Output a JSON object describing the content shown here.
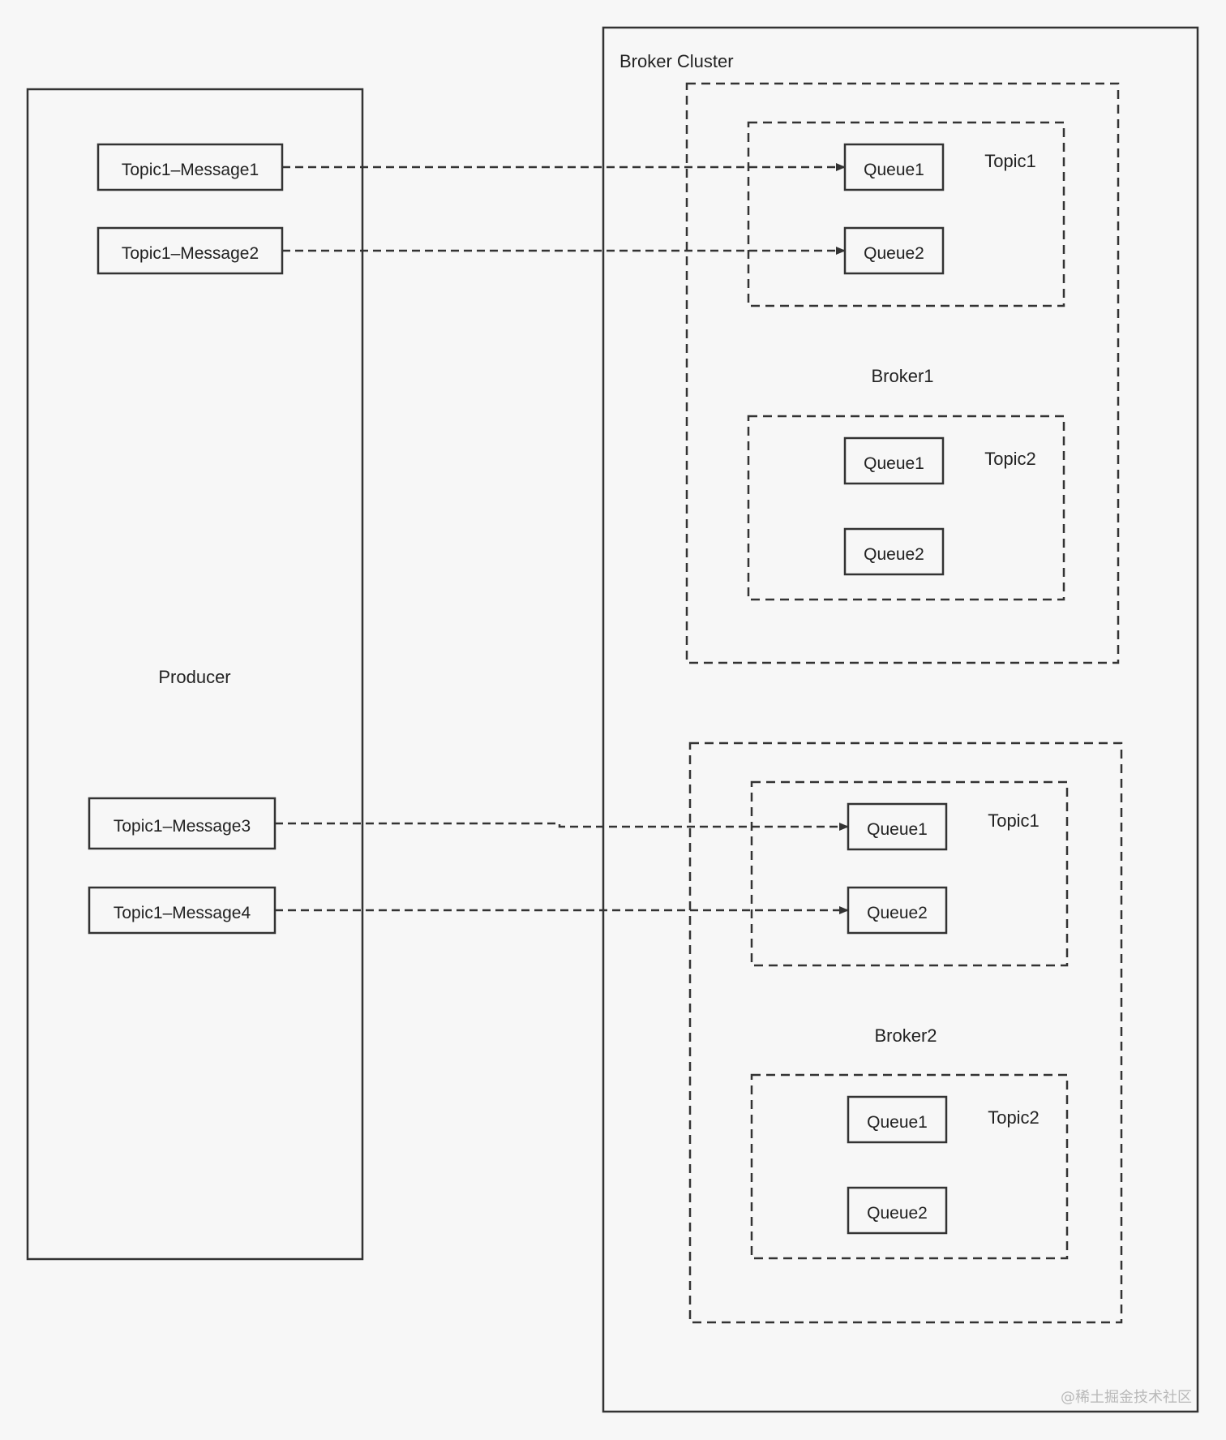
{
  "producer": {
    "label": "Producer",
    "messages": [
      "Topic1–Message1",
      "Topic1–Message2",
      "Topic1–Message3",
      "Topic1–Message4"
    ]
  },
  "cluster": {
    "label": "Broker Cluster",
    "brokers": [
      {
        "label": "Broker1",
        "topics": [
          {
            "label": "Topic1",
            "queues": [
              "Queue1",
              "Queue2"
            ]
          },
          {
            "label": "Topic2",
            "queues": [
              "Queue1",
              "Queue2"
            ]
          }
        ]
      },
      {
        "label": "Broker2",
        "topics": [
          {
            "label": "Topic1",
            "queues": [
              "Queue1",
              "Queue2"
            ]
          },
          {
            "label": "Topic2",
            "queues": [
              "Queue1",
              "Queue2"
            ]
          }
        ]
      }
    ]
  },
  "watermark": "@稀土掘金技术社区"
}
